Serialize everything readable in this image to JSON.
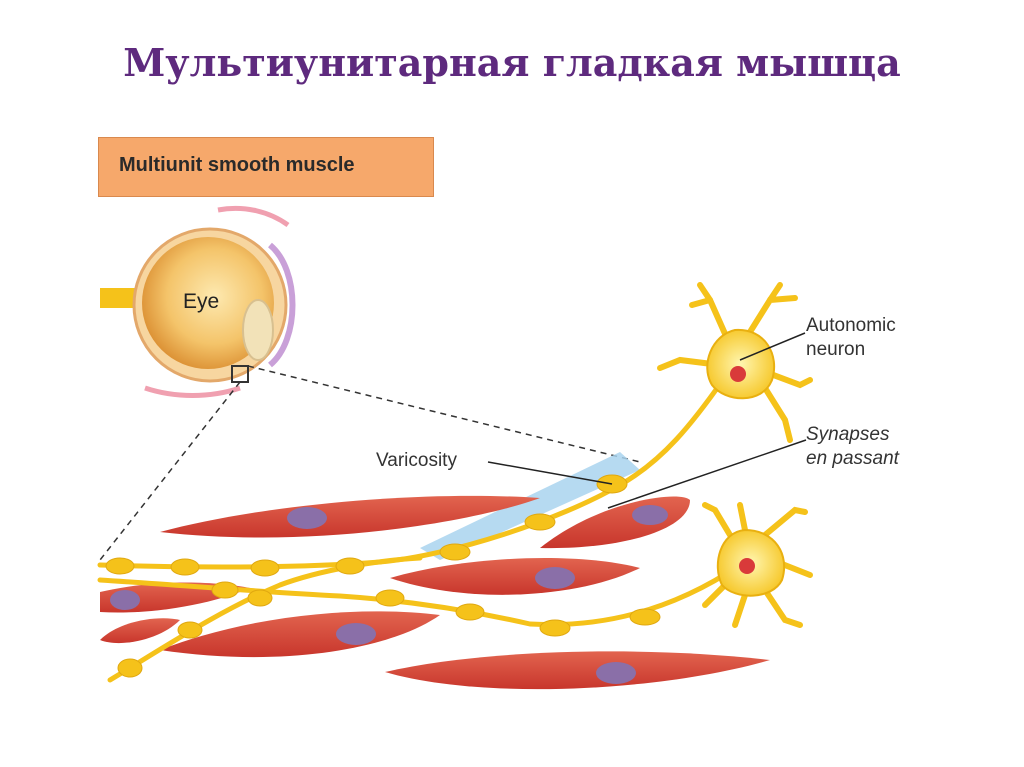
{
  "title": "Мультиунитарная гладкая мышца",
  "header": {
    "label": "Multiunit smooth muscle"
  },
  "labels": {
    "eye": "Eye",
    "autonomic_neuron_line1": "Autonomic",
    "autonomic_neuron_line2": "neuron",
    "synapses_line1": "Synapses",
    "synapses_line2": "en passant",
    "varicosity": "Varicosity"
  },
  "colors": {
    "title": "#5e2a7e",
    "header_fill": "#f6a86b",
    "muscle_cell": "#d9473a",
    "nucleus": "#8a6fa8",
    "nerve": "#f5c21a",
    "synapse_zone": "#a9d4ef"
  }
}
